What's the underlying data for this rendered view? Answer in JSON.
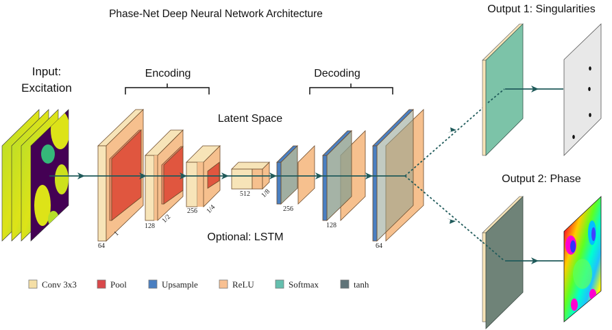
{
  "title": "Phase-Net Deep Neural Network Architecture",
  "input": {
    "line1": "Input:",
    "line2": "Excitation"
  },
  "sections": {
    "encoding": "Encoding",
    "decoding": "Decoding",
    "latent": "Latent Space",
    "lstm": "Optional: LSTM"
  },
  "outputs": {
    "out1": "Output 1: Singularities",
    "out2": "Output 2: Phase"
  },
  "block_labels": {
    "enc1_channels": "64",
    "enc1_scale": "1",
    "enc2_channels": "128",
    "enc2_scale": "1/2",
    "enc3_channels": "256",
    "enc3_scale": "1/4",
    "latent_channels": "512",
    "latent_scale": "1/8",
    "dec1_channels": "256",
    "dec2_channels": "128",
    "dec3_channels": "64"
  },
  "legend": [
    {
      "label": "Conv 3x3",
      "color": "#f5dfa6"
    },
    {
      "label": "Pool",
      "color": "#d9484a"
    },
    {
      "label": "Upsample",
      "color": "#4a7fc1"
    },
    {
      "label": "ReLU",
      "color": "#f8c092"
    },
    {
      "label": "Softmax",
      "color": "#64bfae"
    },
    {
      "label": "tanh",
      "color": "#5f7378"
    }
  ],
  "colors": {
    "conv": "#f7e4b8",
    "relu": "#f6c08e",
    "pool": "#e0563f",
    "upsample": "#4a7fc1",
    "gray": "#8a9a8a",
    "softmax": "#7cc3a8",
    "tanh": "#6f8378",
    "flow": "#1f5a5a"
  }
}
